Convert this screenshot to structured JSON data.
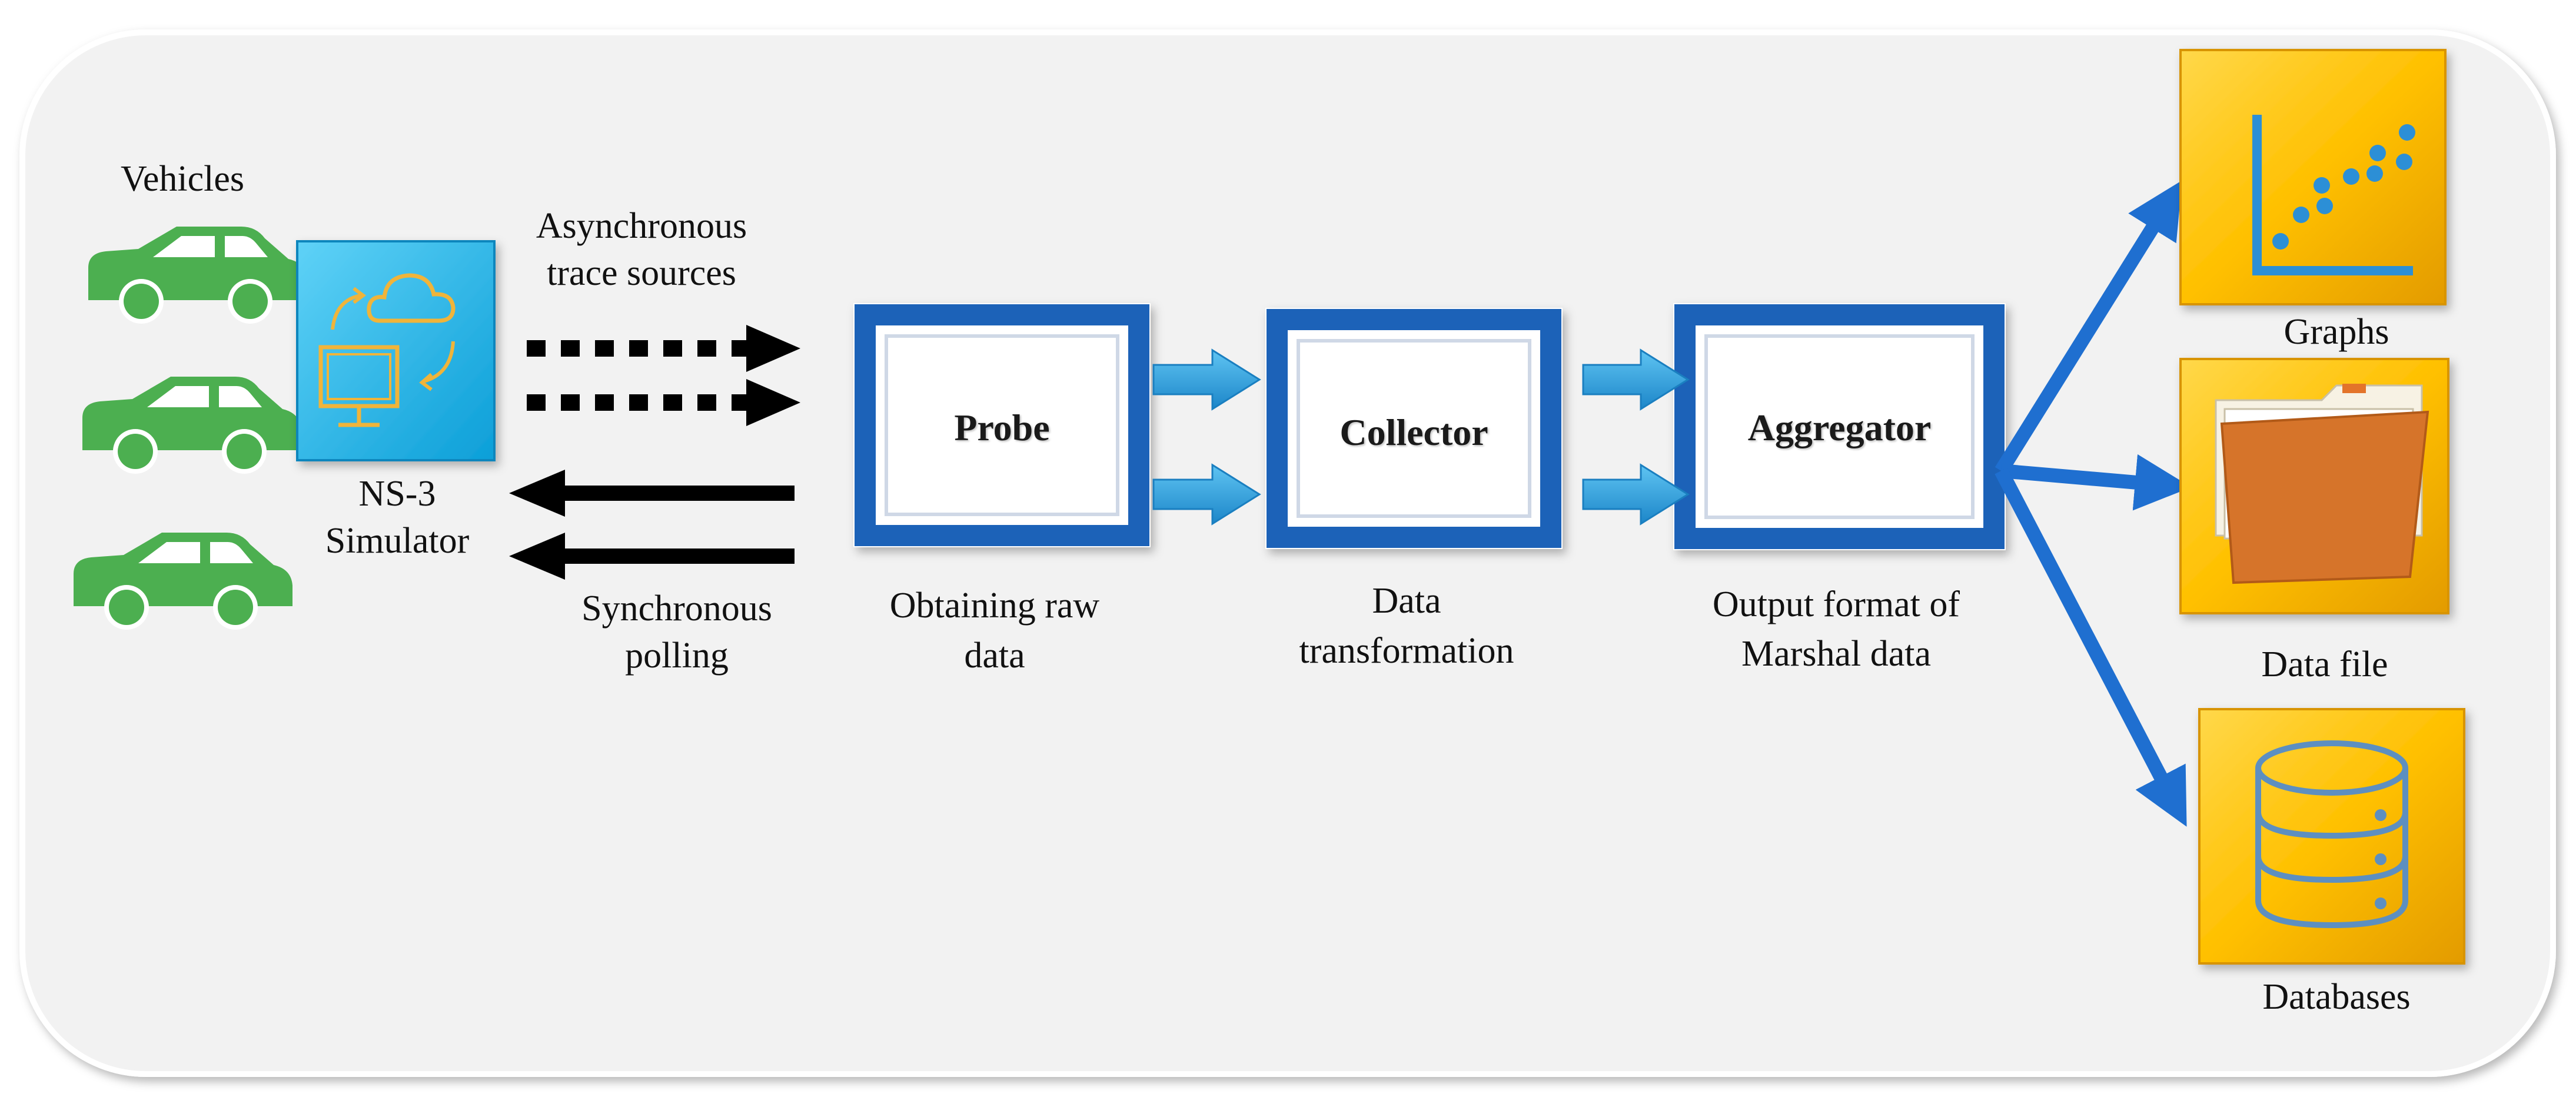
{
  "labels": {
    "vehicles": "Vehicles",
    "simulator_line1": "NS-3",
    "simulator_line2": "Simulator",
    "async_line1": "Asynchronous",
    "async_line2": "trace sources",
    "sync_line1": "Synchronous",
    "sync_line2": "polling",
    "probe": "Probe",
    "collector": "Collector",
    "aggregator": "Aggregator",
    "probe_caption_line1": "Obtaining raw",
    "probe_caption_line2": "data",
    "collector_caption_line1": "Data",
    "collector_caption_line2": "transformation",
    "aggregator_caption_line1": "Output format of",
    "aggregator_caption_line2": "Marshal data",
    "graphs": "Graphs",
    "data_file": "Data file",
    "databases": "Databases"
  },
  "icons": {
    "vehicle": "car-icon",
    "simulator": "computer-cloud-sync-icon",
    "graphs": "scatter-plot-icon",
    "data_file": "folder-icon",
    "databases": "database-icon"
  },
  "colors": {
    "vehicle_green": "#4caf50",
    "simulator_blue": "#19b5ec",
    "box_blue": "#1e62b8",
    "connector_blue": "#2e9fd8",
    "output_blue": "#1f6fd0",
    "output_gold": "#ffc000",
    "folder_orange": "#d6742a",
    "panel_gray": "#f2f2f2"
  }
}
